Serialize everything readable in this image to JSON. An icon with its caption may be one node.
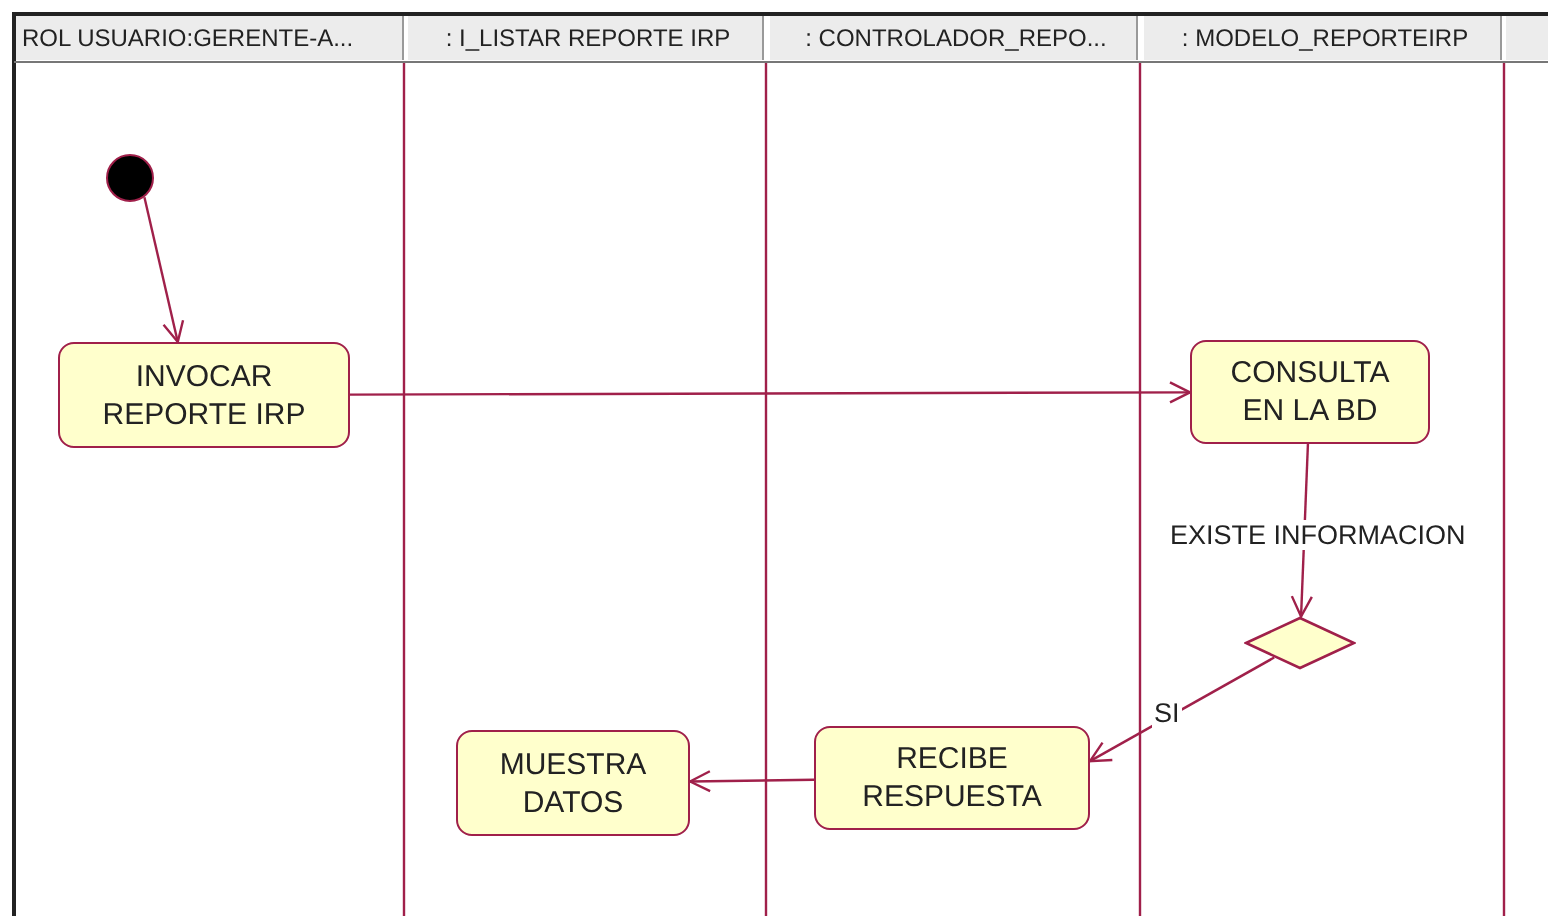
{
  "diagram": {
    "nodes": [
      {
        "text": [],
        "shape": "circle"
      },
      {
        "text": [
          "INVOCAR REPORTE IRP"
        ]
      },
      {
        "text": [
          "CONSULTA EN LA BD"
        ]
      },
      {
        "text": [],
        "shape": "diamond"
      },
      {
        "text": [
          "RECIBE RESPUESTA"
        ]
      },
      {
        "text": [
          "MUESTRA DATOS"
        ]
      }
    ],
    "edges": [
      {
        "from": 0,
        "to": 1,
        "arrow": "to"
      },
      {
        "from": 1,
        "to": 2,
        "arrow": "to"
      },
      {
        "from": 2,
        "to": 3,
        "arrow": "to",
        "label": "EXISTE INFORMACION"
      },
      {
        "from": 3,
        "to": 4,
        "arrow": "to",
        "label": "SI"
      },
      {
        "from": 4,
        "to": 5,
        "arrow": "to"
      }
    ],
    "labels": [
      "ROL USUARIO:GERENTE-A...",
      ": I_LISTAR REPORTE IRP",
      ": CONTROLADOR_REPO...",
      ": MODELO_REPORTEIRP"
    ]
  }
}
